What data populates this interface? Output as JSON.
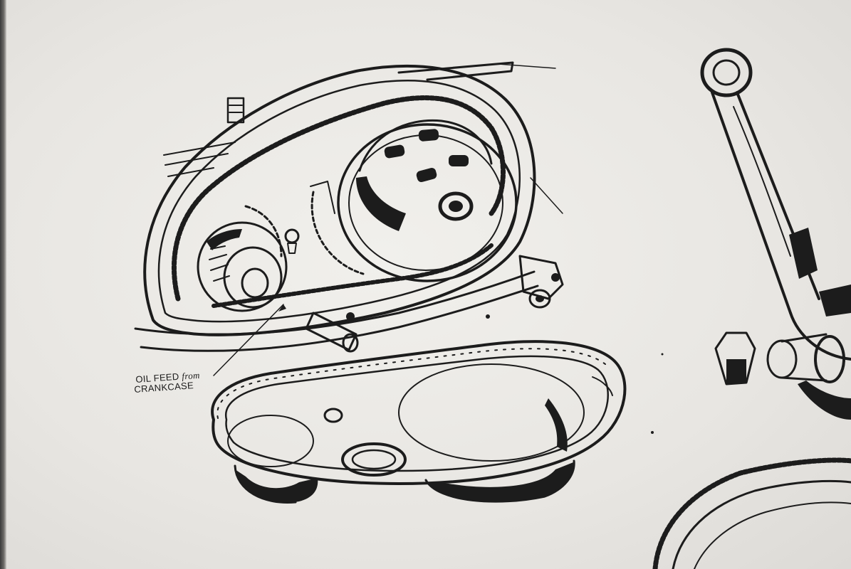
{
  "callout": {
    "line1_prefix": "OIL FEED",
    "line1_italic": "from",
    "line2": "CRANKCASE"
  }
}
